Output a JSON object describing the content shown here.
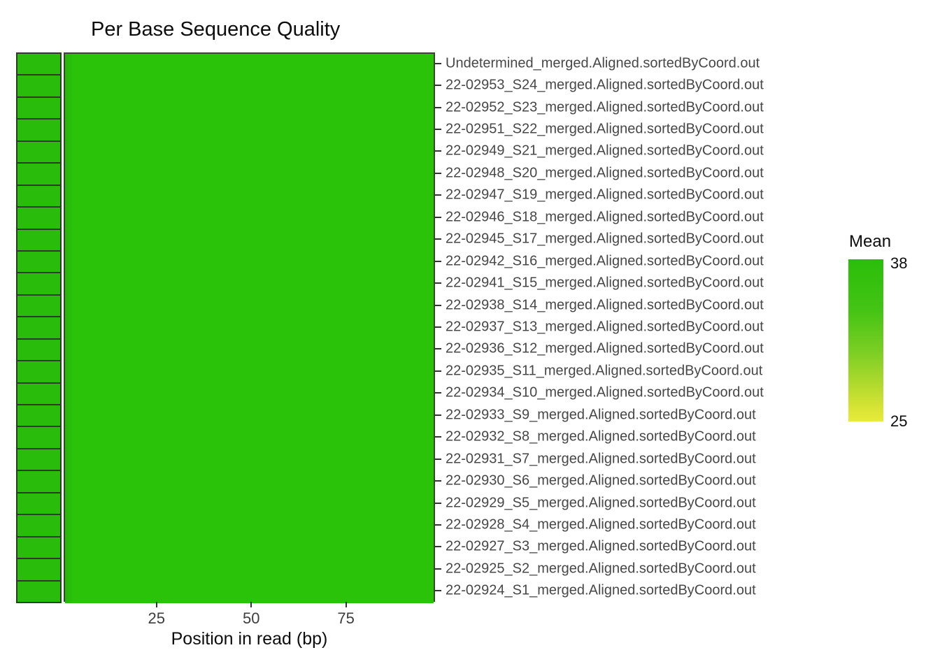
{
  "title": "Per Base Sequence Quality",
  "x_axis": {
    "label": "Position in read (bp)",
    "tick_labels": [
      "25",
      "50",
      "75"
    ]
  },
  "legend": {
    "title": "Mean",
    "max_label": "38",
    "min_label": "25"
  },
  "colors": {
    "heatmap_green": "#2dc70d",
    "strip_green": "#27c206",
    "legend_top_green": "#2abe0a",
    "legend_bottom_yellow": "#e9eb3a",
    "panel_border": "#3a4334",
    "tick_mark": "#333333",
    "axis_text": "#474747",
    "title_text": "#0d0d0d"
  },
  "chart_data": {
    "type": "heatmap",
    "title": "Per Base Sequence Quality",
    "xlabel": "Position in read (bp)",
    "x_range": [
      1,
      98
    ],
    "x_ticks": [
      25,
      50,
      75
    ],
    "grid": false,
    "legend_position": "right",
    "color_scale": {
      "label": "Mean",
      "min": 25,
      "max": 38,
      "min_color": "#e9eb3a",
      "max_color": "#2bc20a"
    },
    "rows": [
      {
        "sample": "Undetermined_merged.Aligned.sortedByCoord.out",
        "mean_quality_approx": 38
      },
      {
        "sample": "22-02953_S24_merged.Aligned.sortedByCoord.out",
        "mean_quality_approx": 38
      },
      {
        "sample": "22-02952_S23_merged.Aligned.sortedByCoord.out",
        "mean_quality_approx": 38
      },
      {
        "sample": "22-02951_S22_merged.Aligned.sortedByCoord.out",
        "mean_quality_approx": 38
      },
      {
        "sample": "22-02949_S21_merged.Aligned.sortedByCoord.out",
        "mean_quality_approx": 38
      },
      {
        "sample": "22-02948_S20_merged.Aligned.sortedByCoord.out",
        "mean_quality_approx": 38
      },
      {
        "sample": "22-02947_S19_merged.Aligned.sortedByCoord.out",
        "mean_quality_approx": 38
      },
      {
        "sample": "22-02946_S18_merged.Aligned.sortedByCoord.out",
        "mean_quality_approx": 38
      },
      {
        "sample": "22-02945_S17_merged.Aligned.sortedByCoord.out",
        "mean_quality_approx": 38
      },
      {
        "sample": "22-02942_S16_merged.Aligned.sortedByCoord.out",
        "mean_quality_approx": 38
      },
      {
        "sample": "22-02941_S15_merged.Aligned.sortedByCoord.out",
        "mean_quality_approx": 38
      },
      {
        "sample": "22-02938_S14_merged.Aligned.sortedByCoord.out",
        "mean_quality_approx": 38
      },
      {
        "sample": "22-02937_S13_merged.Aligned.sortedByCoord.out",
        "mean_quality_approx": 38
      },
      {
        "sample": "22-02936_S12_merged.Aligned.sortedByCoord.out",
        "mean_quality_approx": 38
      },
      {
        "sample": "22-02935_S11_merged.Aligned.sortedByCoord.out",
        "mean_quality_approx": 38
      },
      {
        "sample": "22-02934_S10_merged.Aligned.sortedByCoord.out",
        "mean_quality_approx": 38
      },
      {
        "sample": "22-02933_S9_merged.Aligned.sortedByCoord.out",
        "mean_quality_approx": 38
      },
      {
        "sample": "22-02932_S8_merged.Aligned.sortedByCoord.out",
        "mean_quality_approx": 38
      },
      {
        "sample": "22-02931_S7_merged.Aligned.sortedByCoord.out",
        "mean_quality_approx": 38
      },
      {
        "sample": "22-02930_S6_merged.Aligned.sortedByCoord.out",
        "mean_quality_approx": 38
      },
      {
        "sample": "22-02929_S5_merged.Aligned.sortedByCoord.out",
        "mean_quality_approx": 38
      },
      {
        "sample": "22-02928_S4_merged.Aligned.sortedByCoord.out",
        "mean_quality_approx": 38
      },
      {
        "sample": "22-02927_S3_merged.Aligned.sortedByCoord.out",
        "mean_quality_approx": 38
      },
      {
        "sample": "22-02925_S2_merged.Aligned.sortedByCoord.out",
        "mean_quality_approx": 38
      },
      {
        "sample": "22-02924_S1_merged.Aligned.sortedByCoord.out",
        "mean_quality_approx": 38
      }
    ]
  }
}
